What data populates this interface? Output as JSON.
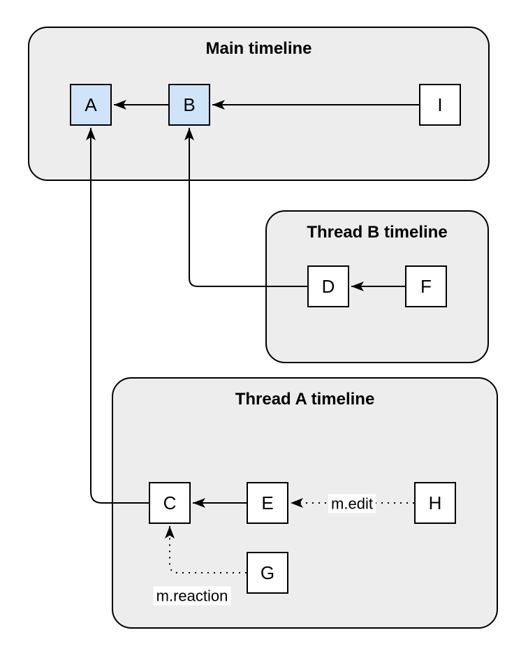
{
  "diagram": {
    "containers": [
      {
        "title": "Main timeline"
      },
      {
        "title": "Thread B timeline"
      },
      {
        "title": "Thread A timeline"
      }
    ],
    "nodes": [
      {
        "label": "A",
        "highlighted": true
      },
      {
        "label": "B",
        "highlighted": true
      },
      {
        "label": "I",
        "highlighted": false
      },
      {
        "label": "D",
        "highlighted": false
      },
      {
        "label": "F",
        "highlighted": false
      },
      {
        "label": "C",
        "highlighted": false
      },
      {
        "label": "E",
        "highlighted": false
      },
      {
        "label": "H",
        "highlighted": false
      },
      {
        "label": "G",
        "highlighted": false
      }
    ],
    "edge_labels": [
      {
        "text": "m.edit"
      },
      {
        "text": "m.reaction"
      }
    ],
    "edges": [
      "B -> A",
      "I -> B",
      "F -> D",
      "D -> B",
      "E -> C",
      "H -> E (m.edit, dotted)",
      "G -> C (m.reaction, dotted)",
      "C -> A"
    ],
    "colors": {
      "page_bg": "#ffffff",
      "container_fill": "#ededed",
      "container_border": "#000000",
      "node_fill": "#ffffff",
      "node_highlight_fill": "#cfe4f9",
      "edge": "#000000",
      "text": "#000000",
      "label_bg": "#ffffff"
    }
  }
}
